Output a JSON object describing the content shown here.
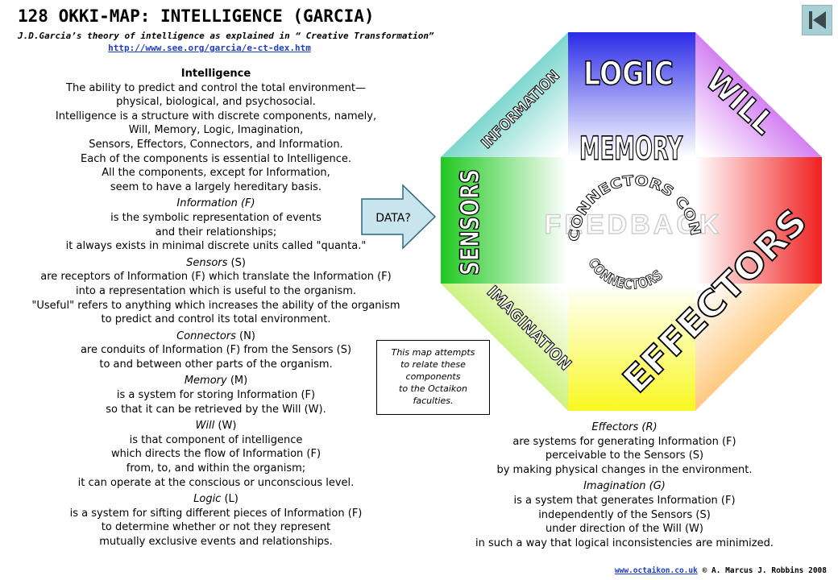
{
  "header": {
    "title": "128 OKKI-MAP: INTELLIGENCE (GARCIA)",
    "subtitle": "J.D.Garcia’s theory of intelligence as explained in “ Creative Transformation”",
    "url": "http://www.see.org/garcia/e-ct-dex.htm"
  },
  "definitions": {
    "intelligence": {
      "heading": "Intelligence",
      "lines": [
        "The ability to predict and control the total environment—",
        "physical, biological, and psychosocial.",
        "Intelligence is a structure with discrete components, namely,",
        "Will, Memory, Logic, Imagination,",
        "Sensors, Effectors, Connectors, and Information.",
        "Each of the components is essential to Intelligence.",
        "All the components, except for Information,",
        "seem to have a largely hereditary basis."
      ]
    },
    "information": {
      "term": "Information (F)",
      "lines": [
        "is the symbolic representation of events",
        "and their relationships;",
        "it always exists in minimal discrete units called \"quanta.\""
      ]
    },
    "sensors": {
      "term_name": "Sensors",
      "term_code": " (S)",
      "lines": [
        "are receptors of Information (F) which translate the Information (F)",
        "into a representation which is useful to the organism.",
        "\"Useful\" refers to anything which increases the ability of the organism",
        "to predict and control its total environment."
      ]
    },
    "connectors": {
      "term_name": "Connectors",
      "term_code": " (N)",
      "lines": [
        "are conduits of Information (F) from the Sensors (S)",
        "to and between other parts of the organism."
      ]
    },
    "memory": {
      "term_name": "Memory",
      "term_code": " (M)",
      "lines": [
        "is a system for storing Information (F)",
        "so that it can be retrieved by the Will (W)."
      ]
    },
    "will": {
      "term_name": "Will",
      "term_code": " (W)",
      "lines": [
        "is that component of intelligence",
        "which directs the flow of Information (F)",
        "from, to, and within the organism;",
        "it can operate at the conscious or unconscious level."
      ]
    },
    "logic": {
      "term_name": "Logic",
      "term_code": " (L)",
      "lines": [
        "is a system for sifting different pieces of Information (F)",
        "to determine whether or not they represent",
        "mutually exclusive events and relationships."
      ]
    },
    "effectors": {
      "term": "Effectors (R)",
      "lines": [
        "are systems for generating Information (F)",
        "perceivable to the Sensors (S)",
        "by making physical changes in the environment."
      ]
    },
    "imagination": {
      "term": "Imagination (G)",
      "lines": [
        "is a system that generates Information (F)",
        "independently of the Sensors (S)",
        "under direction of the Will (W)",
        "in such a way that logical inconsistencies are minimized."
      ]
    }
  },
  "note": {
    "lines": [
      "This map attempts",
      "to relate these",
      "components",
      "to the Octaikon",
      "faculties."
    ]
  },
  "diagram": {
    "arrow_label": "DATA?",
    "labels": {
      "logic": "LOGIC",
      "will": "WILL",
      "memory": "MEMORY",
      "information": "INFORMATION",
      "sensors": "SENSORS",
      "feedback": "FEEDBACK",
      "connectors_top": "CONNECTORS CONNECTORS",
      "connectors_bottom": "CONNECTORS",
      "effectors": "EFFECTORS",
      "imagination": "IMAGINATION"
    },
    "colors": {
      "top": "#2b2be8",
      "top_right": "#b020e8",
      "right": "#f02020",
      "bottom_right": "#ffa020",
      "bottom": "#f8f820",
      "bottom_left": "#a8e820",
      "left": "#20c820",
      "top_left": "#18b8a8",
      "arrow_fill": "#c8e4ec"
    }
  },
  "nav": {
    "back_icon": "back-to-start-icon"
  },
  "footer": {
    "link": "www.octaikon.co.uk",
    "copyright": " © A. Marcus J. Robbins 2008"
  }
}
